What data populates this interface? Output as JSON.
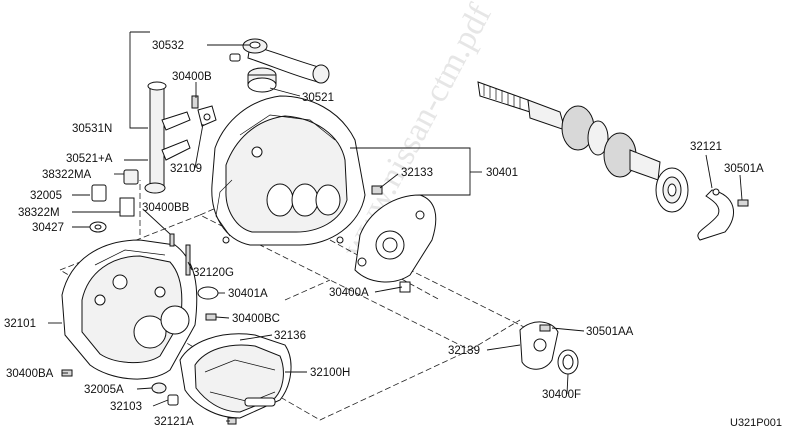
{
  "watermark": "www.nissan-ctm.pdf",
  "figure_code": "U321P001",
  "callouts": {
    "c30532": "30532",
    "c30400b": "30400B",
    "c30521": "30521",
    "c30531n": "30531N",
    "c30521a": "30521+A",
    "c38322ma": "38322MA",
    "c32109": "32109",
    "c32005": "32005",
    "c38322m": "38322M",
    "c30400bb": "30400BB",
    "c30427": "30427",
    "c32133": "32133",
    "c30401": "30401",
    "c32121": "32121",
    "c30501a": "30501A",
    "c32120g": "32120G",
    "c30401a": "30401A",
    "c30400a": "30400A",
    "c32101": "32101",
    "c30400bc": "30400BC",
    "c32136": "32136",
    "c32139": "32139",
    "c30501aa": "30501AA",
    "c32100h": "32100H",
    "c30400ba": "30400BA",
    "c32005a": "32005A",
    "c32103": "32103",
    "c30400f": "30400F",
    "c32121a": "32121A"
  }
}
